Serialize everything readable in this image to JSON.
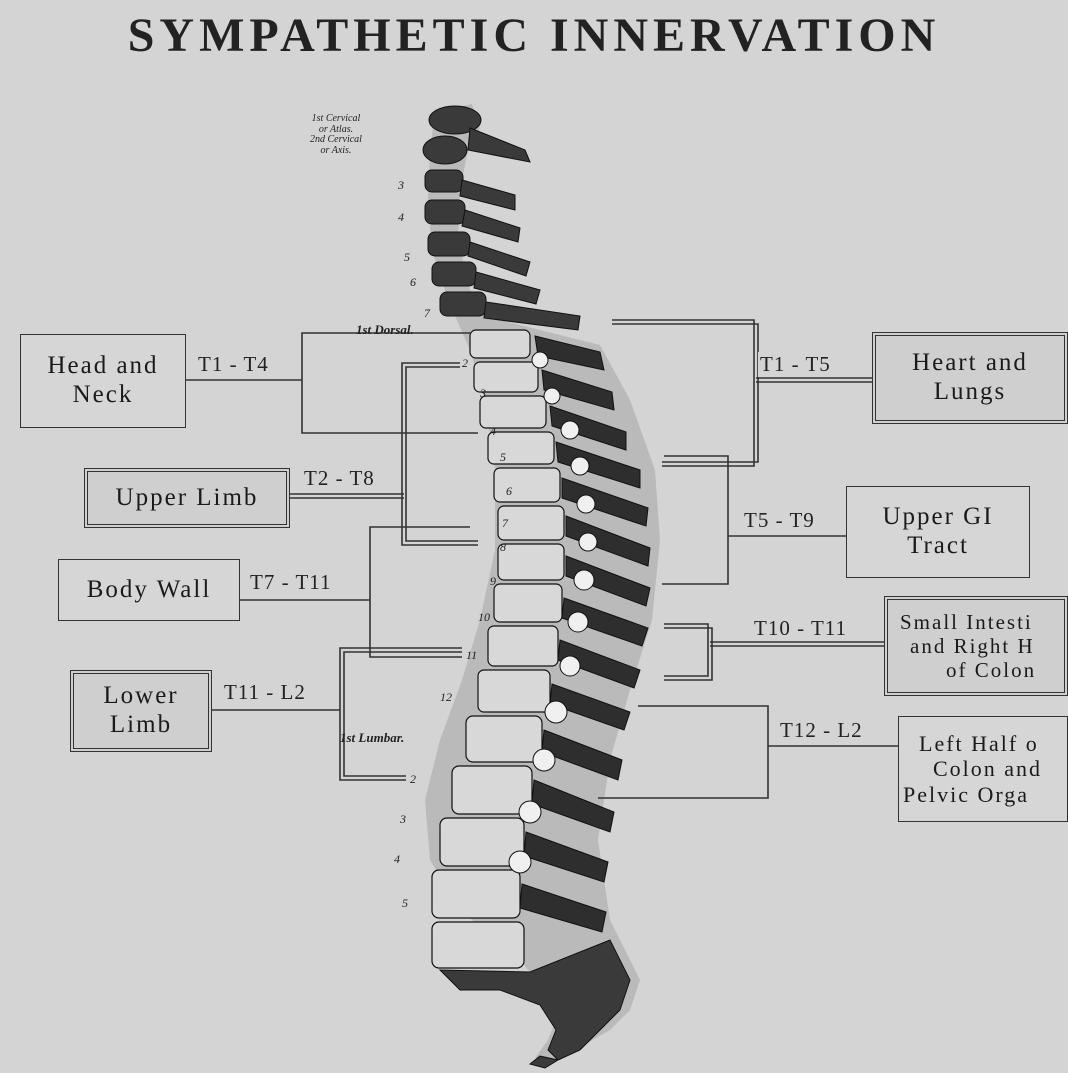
{
  "title": "SYMPATHETIC INNERVATION",
  "atlas_note": [
    "1st Cervical",
    "or Atlas.",
    "2nd Cervical",
    "or Axis."
  ],
  "cervical_numbers": [
    "3",
    "4",
    "5",
    "6",
    "7"
  ],
  "thoracic_numbers": [
    "2",
    "3",
    "4",
    "5",
    "6",
    "7",
    "8",
    "9",
    "10",
    "11",
    "12"
  ],
  "lumbar_numbers": [
    "2",
    "3",
    "4",
    "5"
  ],
  "dorsal_label": "1st Dorsal.",
  "lumbar_label": "1st Lumbar.",
  "left_targets": [
    {
      "label_lines": [
        "Head and",
        "Neck"
      ],
      "segments": "T1 - T4"
    },
    {
      "label_lines": [
        "Upper Limb"
      ],
      "segments": "T2 - T8"
    },
    {
      "label_lines": [
        "Body Wall"
      ],
      "segments": "T7 - T11"
    },
    {
      "label_lines": [
        "Lower",
        "Limb"
      ],
      "segments": "T11 - L2"
    }
  ],
  "right_targets": [
    {
      "label_lines": [
        "Heart and",
        "Lungs"
      ],
      "segments": "T1 - T5"
    },
    {
      "label_lines": [
        "Upper GI",
        "Tract"
      ],
      "segments": "T5 - T9"
    },
    {
      "label_lines": [
        "Small Intesti",
        "and Right H",
        "of Colon"
      ],
      "segments": "T10 - T11"
    },
    {
      "label_lines": [
        "Left Half o",
        "Colon and",
        "Pelvic Orga"
      ],
      "segments": "T12 - L2"
    }
  ]
}
